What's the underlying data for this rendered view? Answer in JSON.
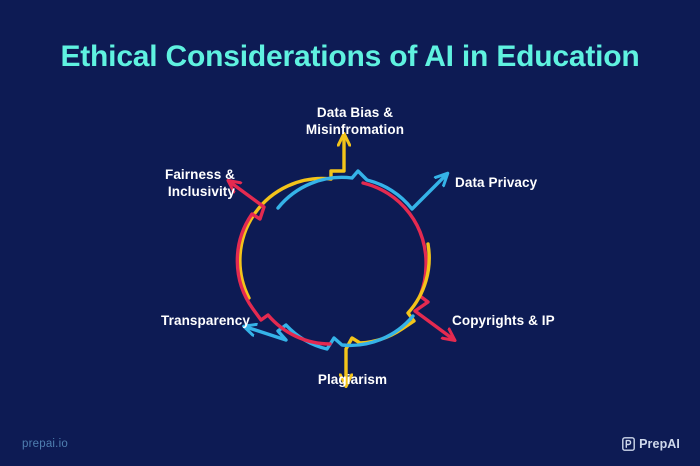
{
  "page": {
    "title": "Ethical Considerations of AI in Education",
    "background_color": "#0d1b54",
    "title_color": "#5ff2e0"
  },
  "diagram": {
    "type": "cycle",
    "palette": {
      "yellow": "#f3c41a",
      "cyan": "#35b3e8",
      "red": "#e42a50"
    },
    "nodes": [
      {
        "id": "data-bias",
        "label": "Data Bias &\nMisinfromation",
        "position": "top",
        "arrow_color": "#f3c41a",
        "arrow_direction": "up"
      },
      {
        "id": "data-privacy",
        "label": "Data Privacy",
        "position": "upper-right",
        "arrow_color": "#35b3e8",
        "arrow_direction": "upper-right"
      },
      {
        "id": "copyrights-ip",
        "label": "Copyrights & IP",
        "position": "lower-right",
        "arrow_color": "#e42a50",
        "arrow_direction": "lower-right"
      },
      {
        "id": "plagiarism",
        "label": "Plagiarism",
        "position": "bottom",
        "arrow_color": "#f3c41a",
        "arrow_direction": "down"
      },
      {
        "id": "transparency",
        "label": "Transparency",
        "position": "lower-left",
        "arrow_color": "#35b3e8",
        "arrow_direction": "lower-left"
      },
      {
        "id": "fairness",
        "label": "Fairness &\nInclusivity",
        "position": "upper-left",
        "arrow_color": "#e42a50",
        "arrow_direction": "upper-left"
      }
    ]
  },
  "footer": {
    "site": "prepai.io",
    "brand": "PrepAI",
    "brand_icon": "prepai-p-logo-icon"
  }
}
